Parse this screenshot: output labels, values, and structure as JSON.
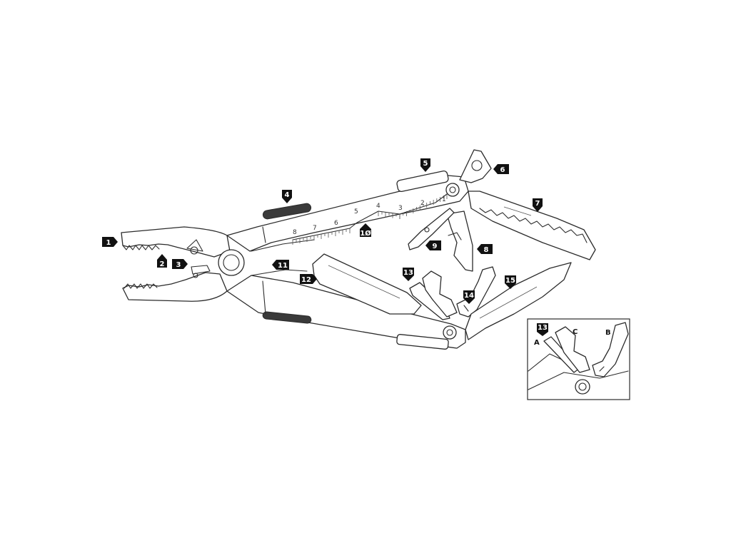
{
  "callouts": [
    {
      "id": "1",
      "label": "1"
    },
    {
      "id": "2",
      "label": "2"
    },
    {
      "id": "3",
      "label": "3"
    },
    {
      "id": "4",
      "label": "4"
    },
    {
      "id": "5",
      "label": "5"
    },
    {
      "id": "6",
      "label": "6"
    },
    {
      "id": "7",
      "label": "7"
    },
    {
      "id": "8",
      "label": "8"
    },
    {
      "id": "9",
      "label": "9"
    },
    {
      "id": "10",
      "label": "1Ø"
    },
    {
      "id": "11",
      "label": "11"
    },
    {
      "id": "12",
      "label": "12"
    },
    {
      "id": "13",
      "label": "13"
    },
    {
      "id": "14",
      "label": "14"
    },
    {
      "id": "15",
      "label": "15"
    }
  ],
  "ruler_marks": [
    "8",
    "7",
    "6",
    "5",
    "4",
    "3",
    "2",
    "1"
  ],
  "inset": {
    "callout": "13",
    "letters": [
      "A",
      "C",
      "B"
    ]
  },
  "colors": {
    "line": "#2b2b2b",
    "tag": "#111111"
  }
}
